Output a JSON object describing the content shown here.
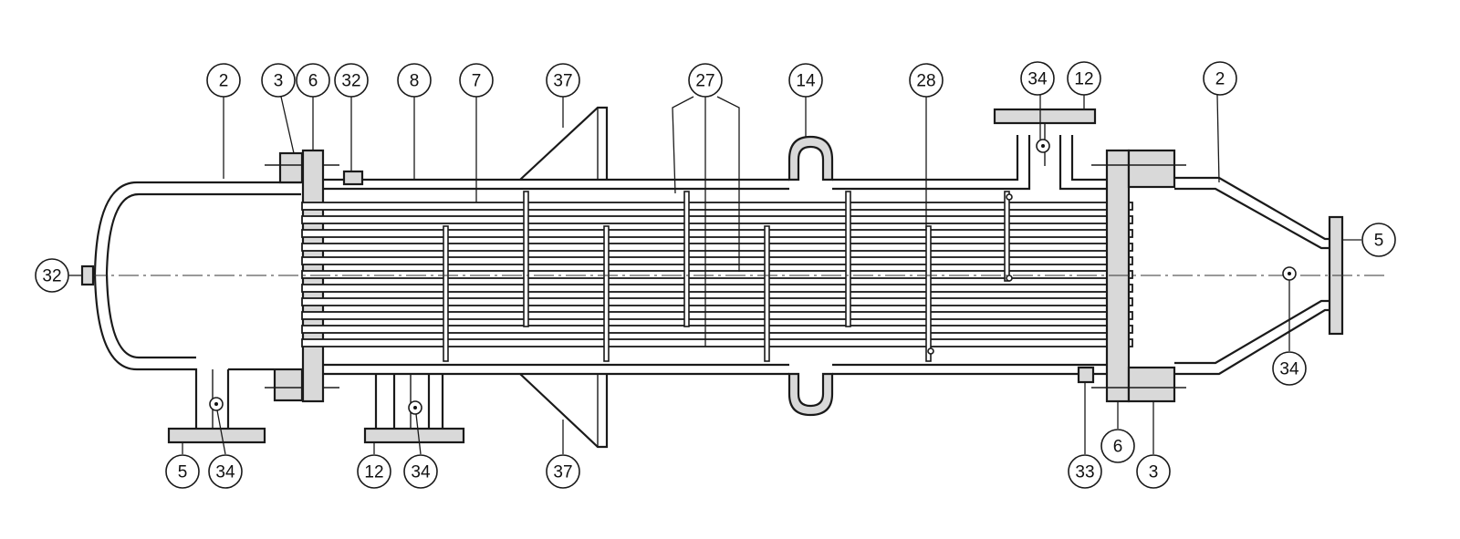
{
  "callouts": [
    {
      "id": "2-left",
      "label": "2"
    },
    {
      "id": "3-top",
      "label": "3"
    },
    {
      "id": "6-top",
      "label": "6"
    },
    {
      "id": "32-top",
      "label": "32"
    },
    {
      "id": "8",
      "label": "8"
    },
    {
      "id": "7",
      "label": "7"
    },
    {
      "id": "37-top",
      "label": "37"
    },
    {
      "id": "27",
      "label": "27"
    },
    {
      "id": "14",
      "label": "14"
    },
    {
      "id": "28",
      "label": "28"
    },
    {
      "id": "34-top",
      "label": "34"
    },
    {
      "id": "12-top",
      "label": "12"
    },
    {
      "id": "2-right",
      "label": "2"
    },
    {
      "id": "5-right",
      "label": "5"
    },
    {
      "id": "34-right",
      "label": "34"
    },
    {
      "id": "32-left",
      "label": "32"
    },
    {
      "id": "5-bottom",
      "label": "5"
    },
    {
      "id": "34-bottom-left",
      "label": "34"
    },
    {
      "id": "12-bottom",
      "label": "12"
    },
    {
      "id": "34-bottom-mid",
      "label": "34"
    },
    {
      "id": "37-bottom",
      "label": "37"
    },
    {
      "id": "33",
      "label": "33"
    },
    {
      "id": "6-bottom",
      "label": "6"
    },
    {
      "id": "3-bottom",
      "label": "3"
    }
  ]
}
